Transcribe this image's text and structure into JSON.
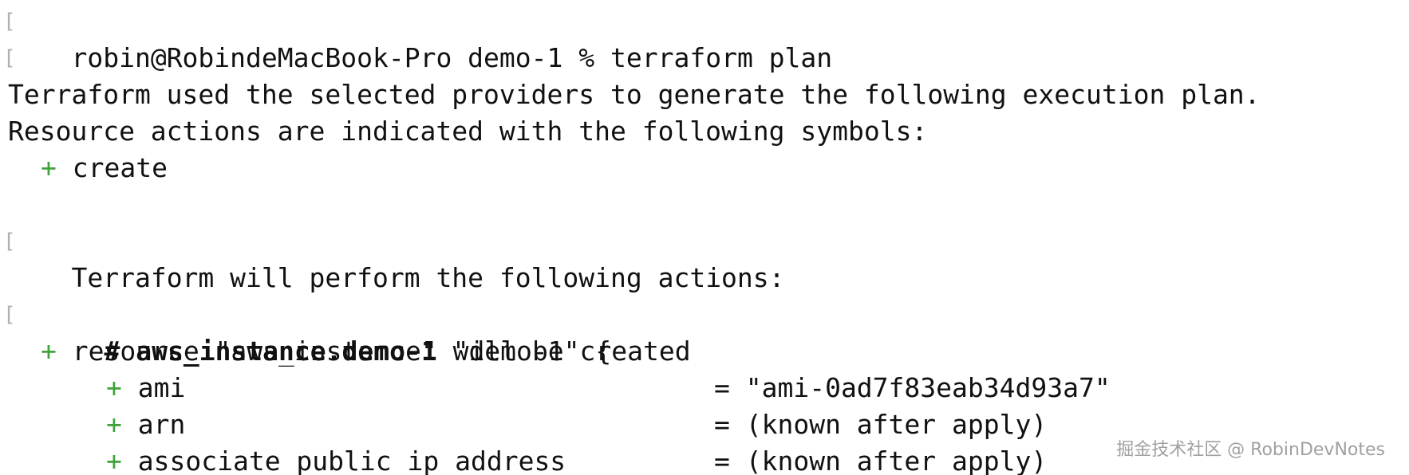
{
  "terminal": {
    "prompt": "robin@RobindeMacBook-Pro demo-1 % ",
    "command": "terraform plan",
    "intro_line1": "Terraform used the selected providers to generate the following execution plan.",
    "intro_line2": "Resource actions are indicated with the following symbols:",
    "symbol_plus": "+",
    "symbol_create": "create",
    "actions_line": "Terraform will perform the following actions:",
    "comment_hash": "# ",
    "resource_name": "aws_instance.demo-1",
    "comment_suffix": " will be created",
    "resource_decl": "resource \"aws_instance\" \"demo-1\" {",
    "attributes": [
      {
        "name": "ami",
        "value": "= \"ami-0ad7f83eab34d93a7\""
      },
      {
        "name": "arn",
        "value": "= (known after apply)"
      },
      {
        "name": "associate_public_ip_address",
        "value": "= (known after apply)"
      }
    ],
    "colors": {
      "plus": "#3fa33a",
      "text": "#111111",
      "background": "#ffffff"
    }
  },
  "watermark": "掘金技术社区 @ RobinDevNotes"
}
